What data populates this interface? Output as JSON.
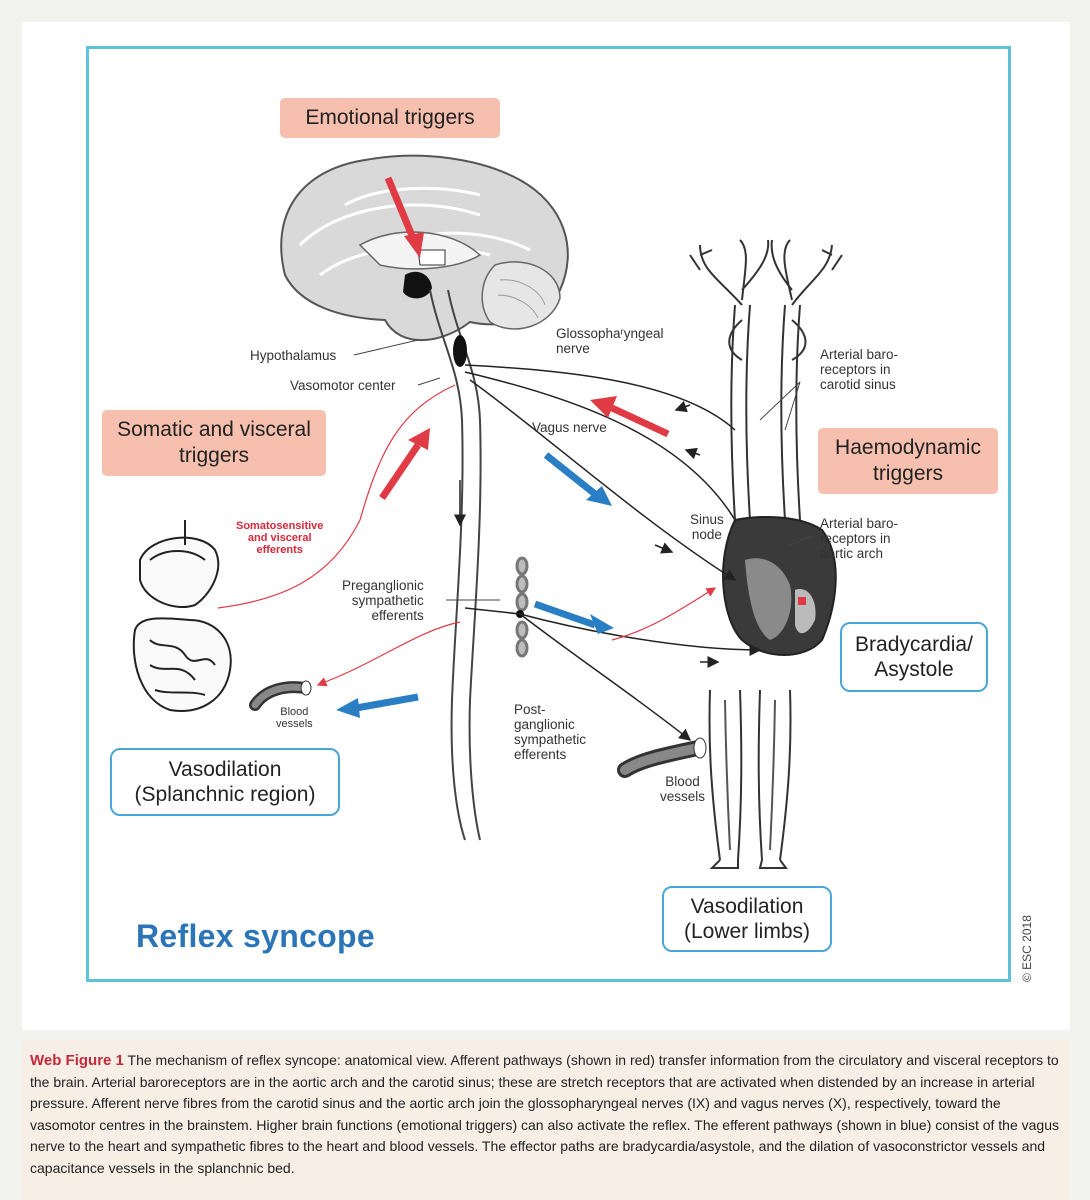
{
  "figure": {
    "title": "Reflex syncope",
    "copyright": "© ESC 2018",
    "boxes": {
      "emotional": "Emotional triggers",
      "somatic": "Somatic and visceral\ntriggers",
      "haemodynamic": "Haemodynamic\ntriggers",
      "bradycardia": "Bradycardia/\nAsystole",
      "vaso_splanchnic": "Vasodilation\n(Splanchnic region)",
      "vaso_lower": "Vasodilation\n(Lower limbs)"
    },
    "labels": {
      "hypothalamus": "Hypothalamus",
      "vasomotor_center": "Vasomotor center",
      "glossopharyngeal": "Glossophaʳyngeal\nnerve",
      "arterial_carotid": "Arterial baro-\nreceptors in\ncarotid sinus",
      "vagus": "Vagus nerve",
      "sinus_node": "Sinus\nnode",
      "arterial_aortic": "Arterial baro-\nreceptors in\naortic arch",
      "somatosensitive": "Somatosensitive\nand visceral\nefferents",
      "preganglionic": "Preganglionic\nsympathetic\nefferents",
      "blood_vessels_left": "Blood\nvessels",
      "postganglionic": "Post-\nganglionic\nsympathetic\nefferents",
      "blood_vessels_right": "Blood\nvessels"
    },
    "colors": {
      "frame": "#5ec2d8",
      "afferent_red": "#e03a44",
      "efferent_blue": "#2a7fc4",
      "trigger_box": "#f6bfae",
      "outcome_box_border": "#4aa6d6",
      "title": "#2b74b8"
    }
  },
  "caption": {
    "head": "Web Figure 1",
    "text": "The mechanism of reflex syncope: anatomical view. Afferent pathways (shown in red) transfer information from the circulatory and visceral receptors to the brain. Arterial baroreceptors are in the aortic arch and the carotid sinus; these are stretch receptors that are activated when distended by an increase in arterial pressure. Afferent nerve fibres from the carotid sinus and the aortic arch join the glossopharyngeal nerves (IX) and vagus nerves (X), respectively, toward the vasomotor centres in the brainstem. Higher brain functions (emotional triggers) can also activate the reflex. The efferent pathways (shown in blue) consist of the vagus nerve to the heart and sympathetic fibres to the heart and blood vessels. The effector paths are bradycardia/asystole, and the dilation of vasoconstrictor vessels and capacitance vessels in the splanchnic bed."
  }
}
